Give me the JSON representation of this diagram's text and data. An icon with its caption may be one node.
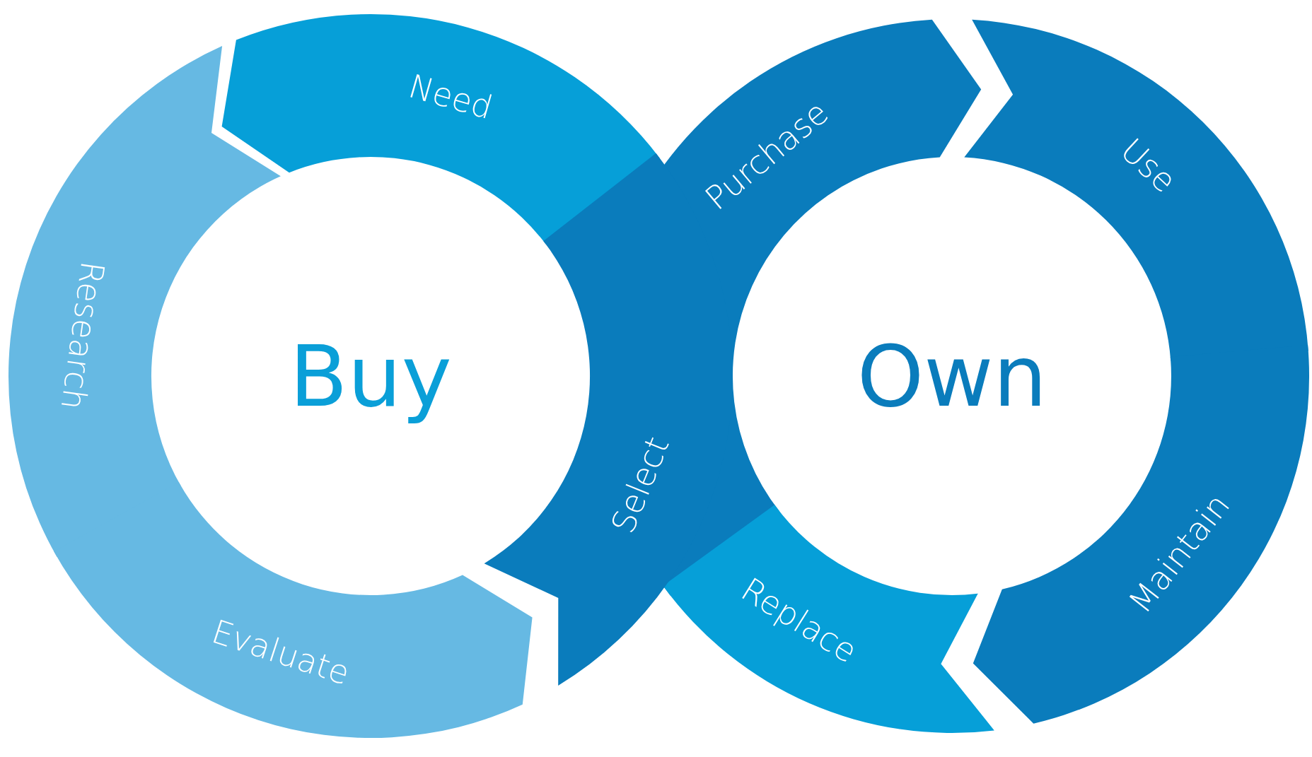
{
  "diagram": {
    "nodes": [
      {
        "text": [
          "Need"
        ]
      },
      {
        "text": [
          "Research"
        ]
      },
      {
        "text": [
          "Evaluate"
        ]
      },
      {
        "text": [
          "Select"
        ]
      },
      {
        "text": [
          "Purchase"
        ]
      },
      {
        "text": [
          "Use"
        ]
      },
      {
        "text": [
          "Maintain"
        ]
      },
      {
        "text": [
          "Replace"
        ]
      }
    ],
    "labels": [
      "Buy",
      "Own"
    ]
  }
}
